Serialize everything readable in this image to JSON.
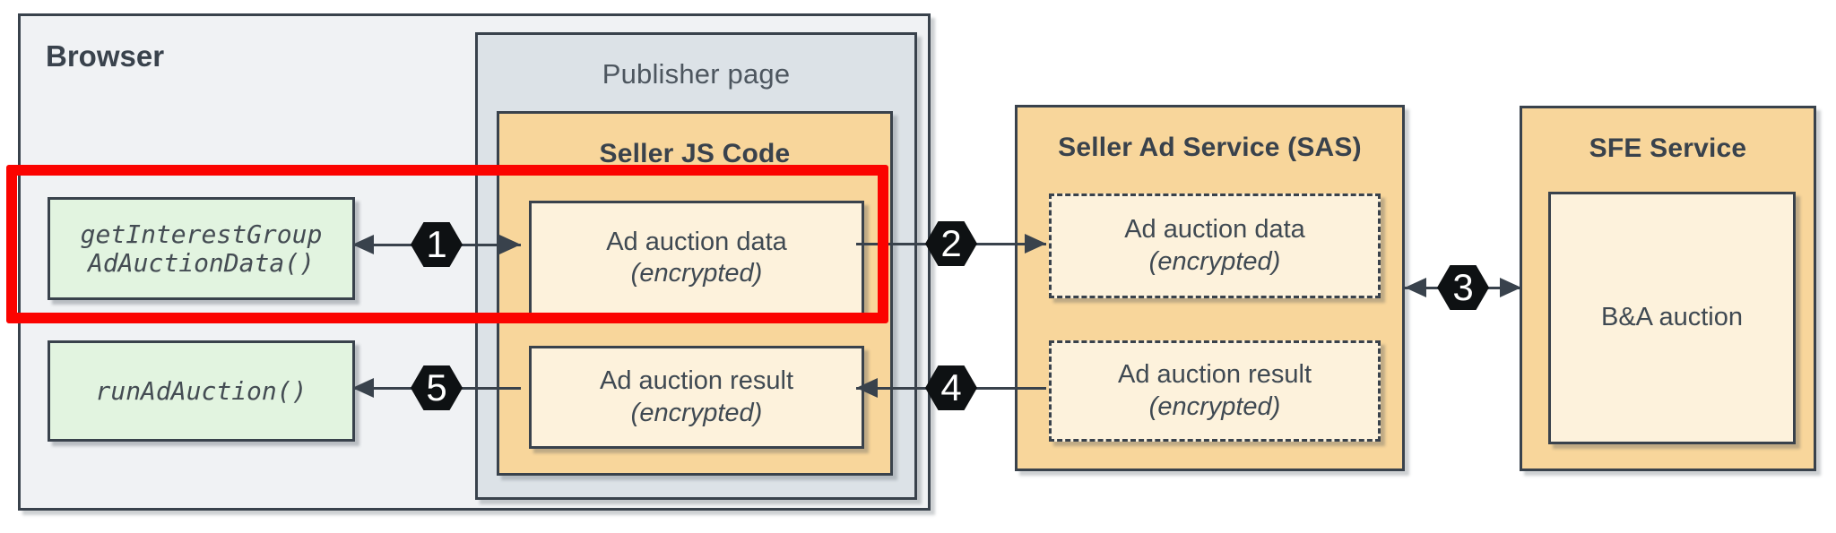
{
  "colors": {
    "ink": "#39424c",
    "browser_gray": "#f0f2f4",
    "publisher_gray": "#dce2e7",
    "orange": "#f8d69b",
    "cream": "#fdf2dc",
    "green": "#e2f4e0",
    "red": "#fb0300",
    "hex_black": "#0e1113",
    "hex_text": "#ffffff"
  },
  "browser": {
    "label": "Browser",
    "api_boxes": [
      {
        "lines": [
          "getInterestGroup",
          "AdAuctionData()"
        ]
      },
      {
        "lines": [
          "runAdAuction()"
        ]
      }
    ]
  },
  "publisher": {
    "label": "Publisher page"
  },
  "seller_js": {
    "label": "Seller JS Code",
    "boxes": [
      {
        "title": "Ad auction data",
        "subtitle": "(encrypted)"
      },
      {
        "title": "Ad auction result",
        "subtitle": "(encrypted)"
      }
    ]
  },
  "sas": {
    "label": "Seller Ad Service (SAS)",
    "boxes": [
      {
        "title": "Ad auction data",
        "subtitle": "(encrypted)"
      },
      {
        "title": "Ad auction result",
        "subtitle": "(encrypted)"
      }
    ]
  },
  "sfe": {
    "label": "SFE Service",
    "box": {
      "title": "B&A auction"
    }
  },
  "steps": [
    {
      "label": "1"
    },
    {
      "label": "2"
    },
    {
      "label": "3"
    },
    {
      "label": "4"
    },
    {
      "label": "5"
    }
  ]
}
